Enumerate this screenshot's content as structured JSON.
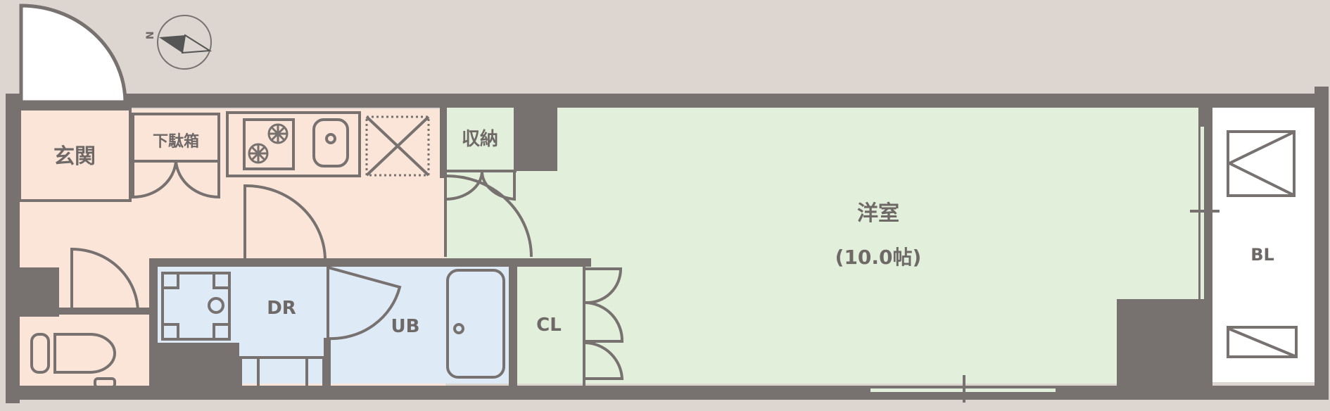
{
  "floorplan": {
    "colors": {
      "background": "#ddd5cf",
      "wall": "#777170",
      "entry_zone": "#fbe5d8",
      "wet_zone": "#deeaf6",
      "room_zone": "#e2efda",
      "balcony": "#ffffff",
      "text": "#6e6867"
    },
    "compass": {
      "label": "N",
      "icon": "north-arrow-icon"
    },
    "rooms": {
      "genkan": {
        "label": "玄関"
      },
      "shoe_box": {
        "label": "下駄箱"
      },
      "storage": {
        "label": "収納"
      },
      "western_room": {
        "label": "洋室",
        "size": "(10.0帖)"
      },
      "dressing_room": {
        "label": "DR"
      },
      "unit_bath": {
        "label": "UB"
      },
      "closet": {
        "label": "CL"
      },
      "balcony": {
        "label": "BL"
      }
    },
    "fixtures": [
      "stove-icon",
      "sink-icon",
      "fridge-space-icon",
      "washer-icon",
      "bathtub-icon",
      "toilet-icon",
      "window-icon",
      "ac-unit-icon"
    ]
  }
}
